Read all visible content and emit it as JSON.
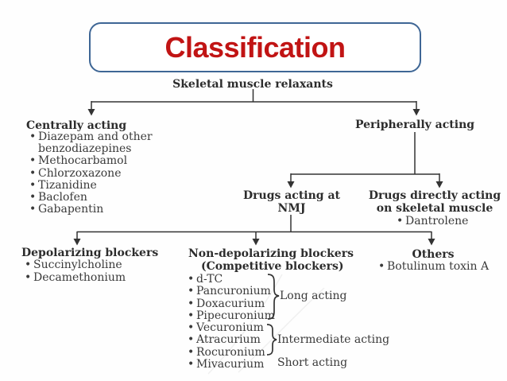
{
  "slide": {
    "title": "Classification"
  },
  "colors": {
    "title_red": "#c11414",
    "box_border_blue": "#3e6695",
    "line_ink": "#333333"
  },
  "tree": {
    "root": "Skeletal muscle relaxants",
    "centrally": {
      "label": "Centrally acting",
      "items": [
        "Diazepam and other benzodiazepines",
        "Methocarbamol",
        "Chlorzoxazone",
        "Tizanidine",
        "Baclofen",
        "Gabapentin"
      ]
    },
    "peripherally": {
      "label": "Peripherally acting"
    },
    "nmj": {
      "label_line1": "Drugs acting at",
      "label_line2": "NMJ"
    },
    "direct": {
      "label_line1": "Drugs directly acting",
      "label_line2": "on skeletal muscle",
      "items": [
        "Dantrolene"
      ]
    },
    "depolarizing": {
      "label": "Depolarizing blockers",
      "items": [
        "Succinylcholine",
        "Decamethonium"
      ]
    },
    "nondepolarizing": {
      "label_line1": "Non-depolarizing blockers",
      "label_line2": "(Competitive blockers)",
      "items": [
        "d-TC",
        "Pancuronium",
        "Doxacurium",
        "Pipecuronium",
        "Vecuronium",
        "Atracurium",
        "Rocuronium",
        "Mivacurium"
      ],
      "groups": [
        {
          "label": "Long acting"
        },
        {
          "label": "Intermediate acting"
        },
        {
          "label": "Short acting"
        }
      ]
    },
    "others": {
      "label": "Others",
      "items": [
        "Botulinum toxin A"
      ]
    }
  }
}
